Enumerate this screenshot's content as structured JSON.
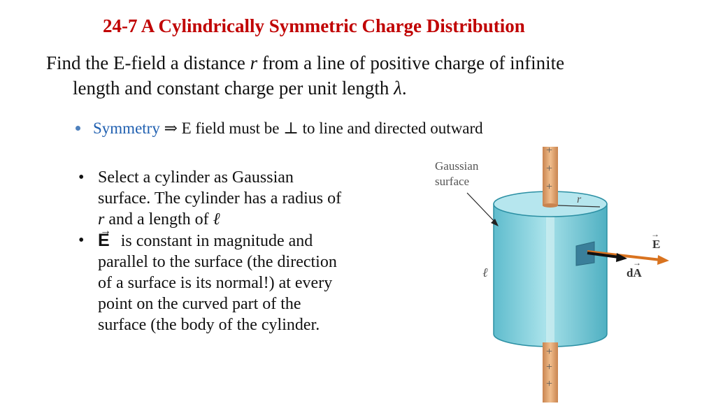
{
  "slide": {
    "title": "24-7 A Cylindrically Symmetric Charge Distribution",
    "intro": {
      "part1": "Find the E-field a distance ",
      "r": "r",
      "part2": " from a line of positive charge of infinite",
      "line2_part1": "length and constant charge per unit length ",
      "lambda": "λ",
      "line2_end": "."
    },
    "symmetry": {
      "keyword": "Symmetry",
      "implies": "⇒",
      "text1": " E field must be ",
      "perp": "⊥",
      "text2": " to line and directed outward"
    },
    "bullets": {
      "b1_line1": "Select a cylinder as Gaussian",
      "b1_line2": "surface. The cylinder has a radius of",
      "b1_r": "r",
      "b1_line3": " and a length of ",
      "b1_ell": "ℓ",
      "b2_symbol": "E",
      "b2_line1": "is constant in magnitude and",
      "b2_line2": "parallel to the surface (the direction",
      "b2_line3": "of a surface is its normal!) at every",
      "b2_line4": "point on the curved part of the",
      "b2_line5": "surface (the body of the cylinder."
    },
    "figure": {
      "gaussian_label_1": "Gaussian",
      "gaussian_label_2": "surface",
      "radius_label": "r",
      "length_label": "ℓ",
      "e_label": "E",
      "da_label": "dA",
      "plus": "+"
    }
  },
  "colors": {
    "title": "#c00000",
    "keyword": "#1f5fb0",
    "cylinder": "#7fcfdc",
    "rod": "#e0a070",
    "e_arrow": "#d9731f"
  }
}
